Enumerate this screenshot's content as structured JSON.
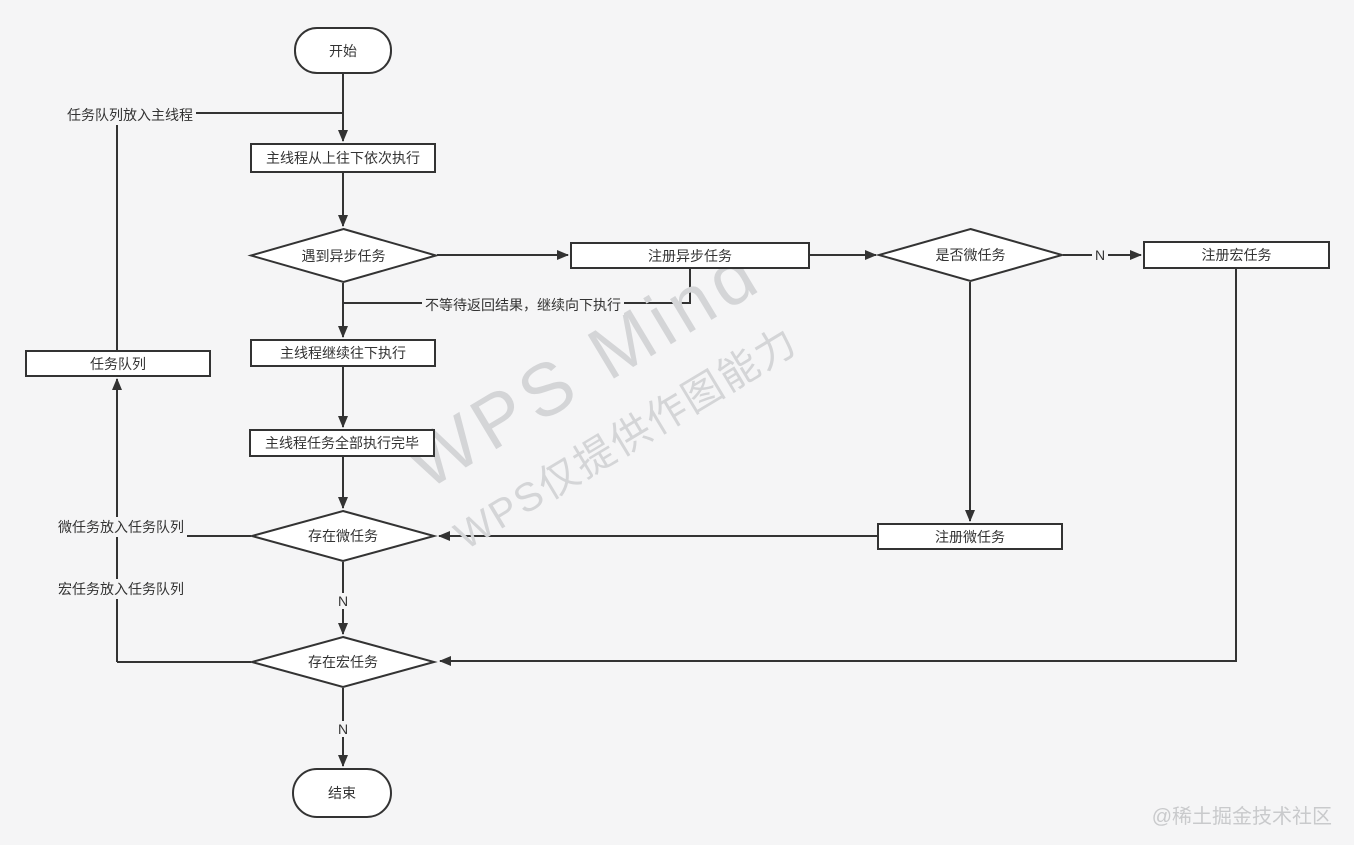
{
  "diagram": {
    "nodes": {
      "start": "开始",
      "main_execute": "主线程从上往下依次执行",
      "encounter_async": "遇到异步任务",
      "register_async": "注册异步任务",
      "is_micro": "是否微任务",
      "register_macro": "注册宏任务",
      "task_queue": "任务队列",
      "main_continue": "主线程继续往下执行",
      "main_done": "主线程任务全部执行完毕",
      "has_micro": "存在微任务",
      "register_micro": "注册微任务",
      "has_macro": "存在宏任务",
      "end": "结束"
    },
    "edge_labels": {
      "queue_to_main": "任务队列放入主线程",
      "no_wait": "不等待返回结果，继续向下执行",
      "micro_to_queue": "微任务放入任务队列",
      "macro_to_queue": "宏任务放入任务队列",
      "n_is_micro": "N",
      "n_has_micro": "N",
      "n_has_macro": "N"
    },
    "watermark": {
      "line1": "WPS Mind",
      "line2": "WPS仅提供作图能力"
    },
    "footer": "@稀土掘金技术社区",
    "colors": {
      "background": "#f5f5f6",
      "stroke": "#333333",
      "node_fill": "#ffffff",
      "watermark": "#d4d5d7",
      "footer": "#c9cacc"
    }
  }
}
